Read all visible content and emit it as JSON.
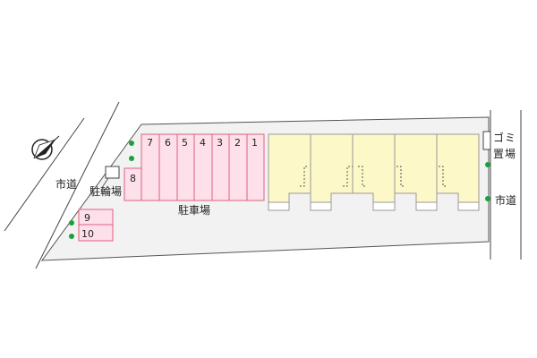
{
  "labels": {
    "road_left": "市道",
    "road_right": "市道",
    "bicycle_parking": "駐輪場",
    "parking": "駐車場",
    "garbage": [
      "ゴ",
      "ミ",
      "置",
      "場"
    ]
  },
  "parking_stalls": [
    "7",
    "6",
    "5",
    "4",
    "3",
    "2",
    "1"
  ],
  "extra_stalls": {
    "side": "8",
    "lower": [
      "9",
      "10"
    ]
  },
  "building_units": 5,
  "compass": {
    "icon": "north-arrow-icon"
  },
  "colors": {
    "lot": "#f2f2f2",
    "stall_fill": "#fde0ea",
    "stall_stroke": "#e0607e",
    "building_fill": "#fdf8c8",
    "tree": "#1f9e3c"
  }
}
